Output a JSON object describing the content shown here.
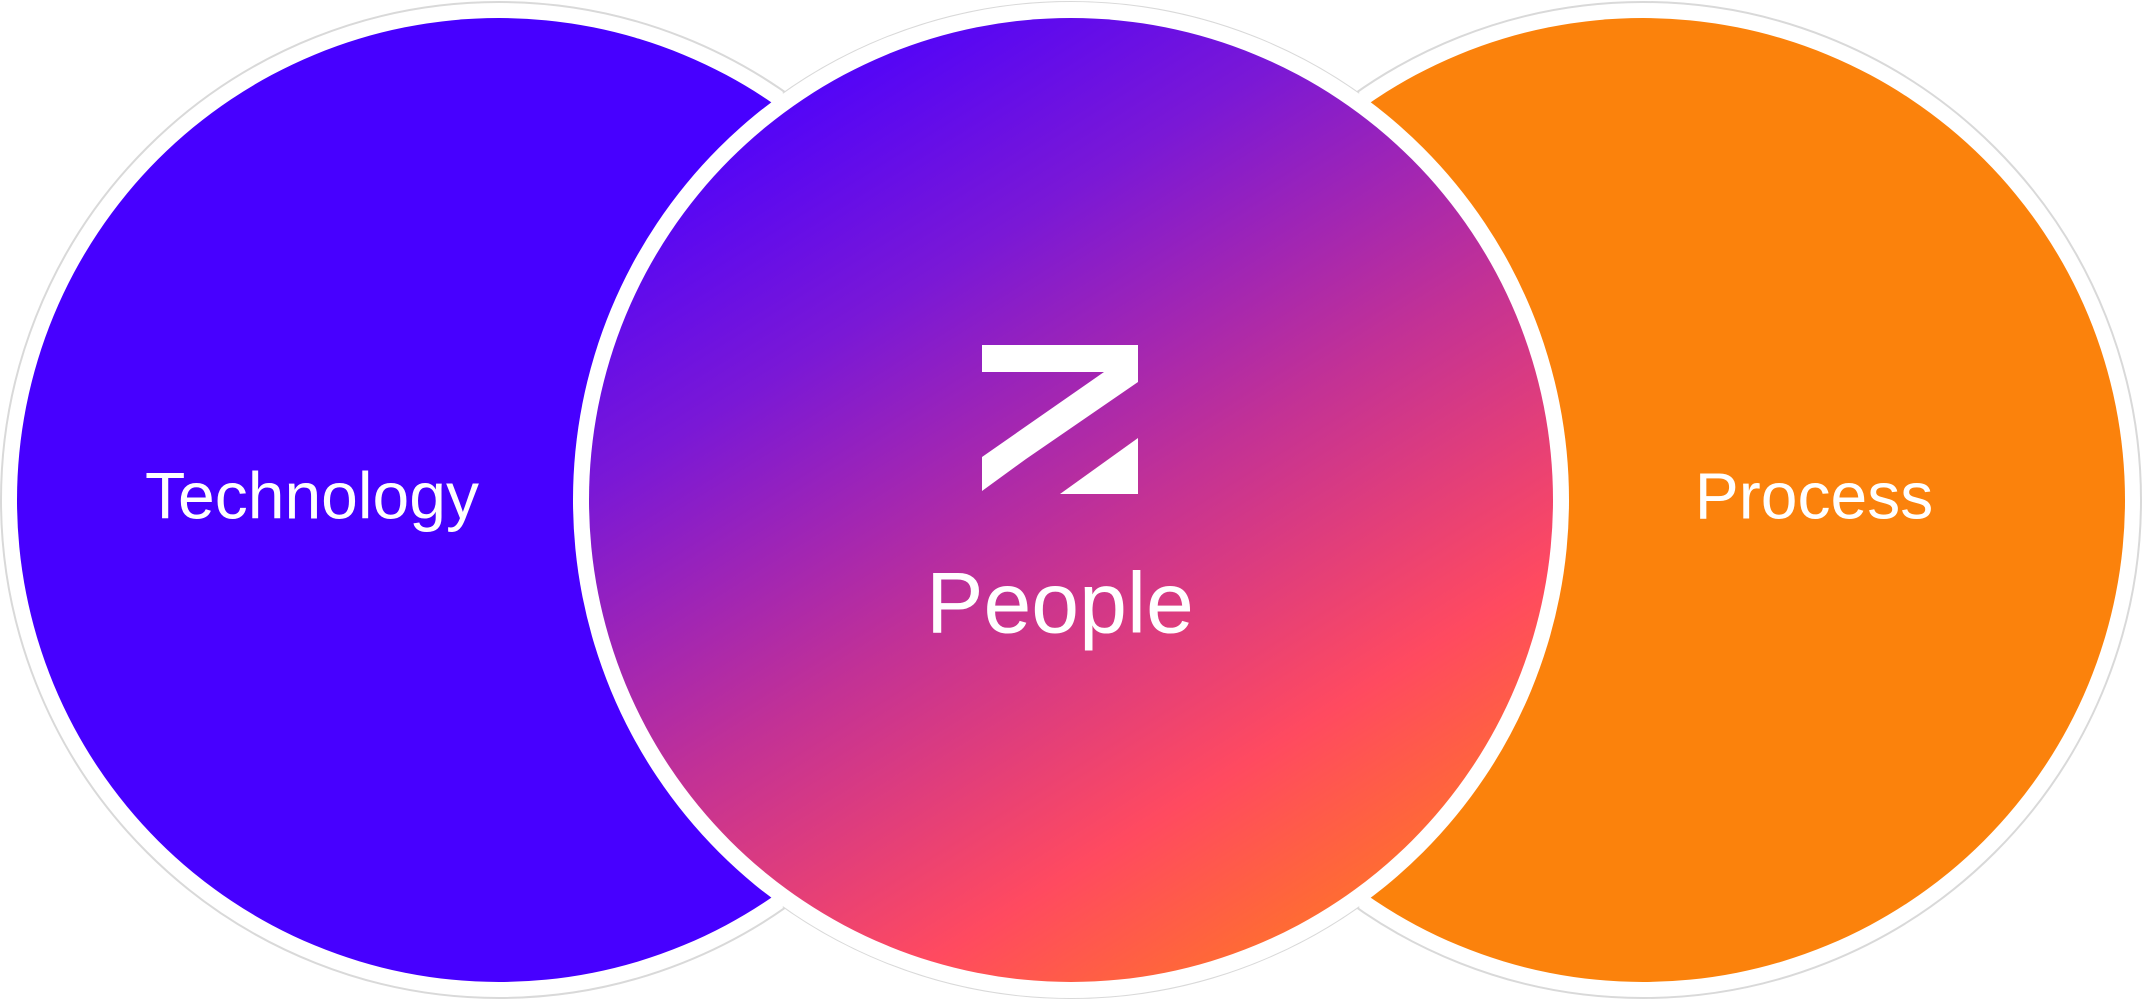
{
  "diagram": {
    "circles": [
      {
        "id": "technology",
        "label": "Technology",
        "color": "#4700FF"
      },
      {
        "id": "people",
        "label": "People",
        "gradient": [
          "#4A00FF",
          "#7A18D6",
          "#C23196",
          "#FF4A60",
          "#FF7A20"
        ]
      },
      {
        "id": "process",
        "label": "Process",
        "color": "#FB820C"
      }
    ],
    "ring_color": "#FFFFFF",
    "outer_outline_color": "#D9D9D9",
    "logo": {
      "icon": "z-logo-icon",
      "color": "#FFFFFF"
    }
  }
}
